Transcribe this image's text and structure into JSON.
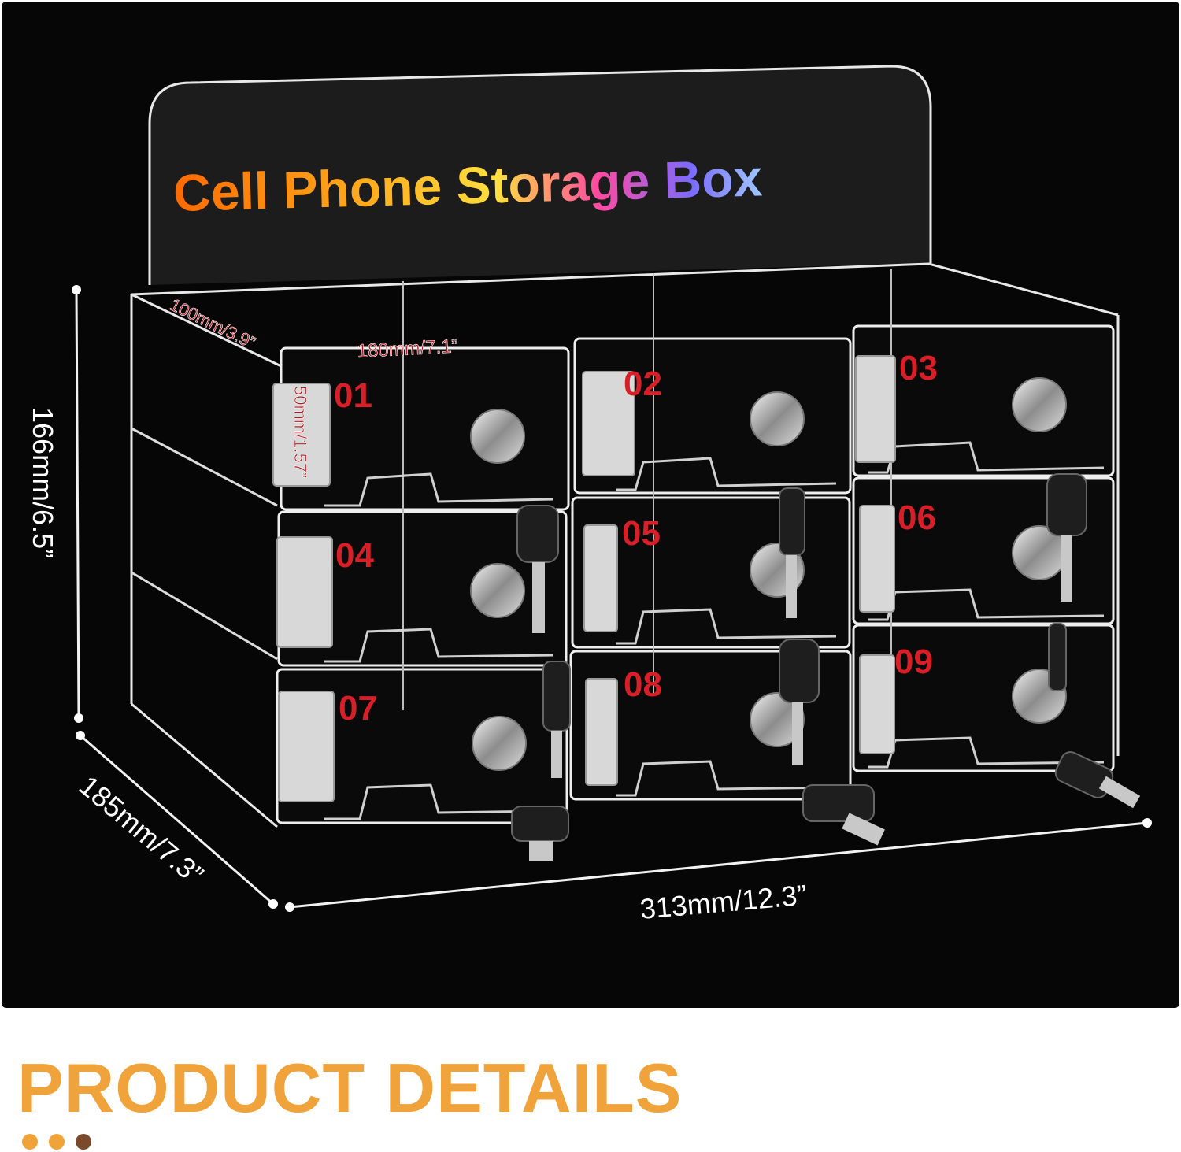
{
  "product": {
    "title": "Cell Phone Storage Box",
    "compartments": [
      "01",
      "02",
      "03",
      "04",
      "05",
      "06",
      "07",
      "08",
      "09"
    ]
  },
  "dimensions": {
    "height": "166mm/6.5”",
    "depth": "185mm/7.3”",
    "width": "313mm/12.3”",
    "compartment_depth": "100mm/3.9”",
    "compartment_width": "180mm/7.1”",
    "compartment_height": "50mm/1.57”"
  },
  "section": {
    "heading": "PRODUCT DETAILS"
  },
  "colors": {
    "background": "#060606",
    "heading": "#f0a33a",
    "number": "#d81e26",
    "dot1": "#f0a33a",
    "dot2": "#f0a33a",
    "dot3": "#7a4a2a"
  }
}
